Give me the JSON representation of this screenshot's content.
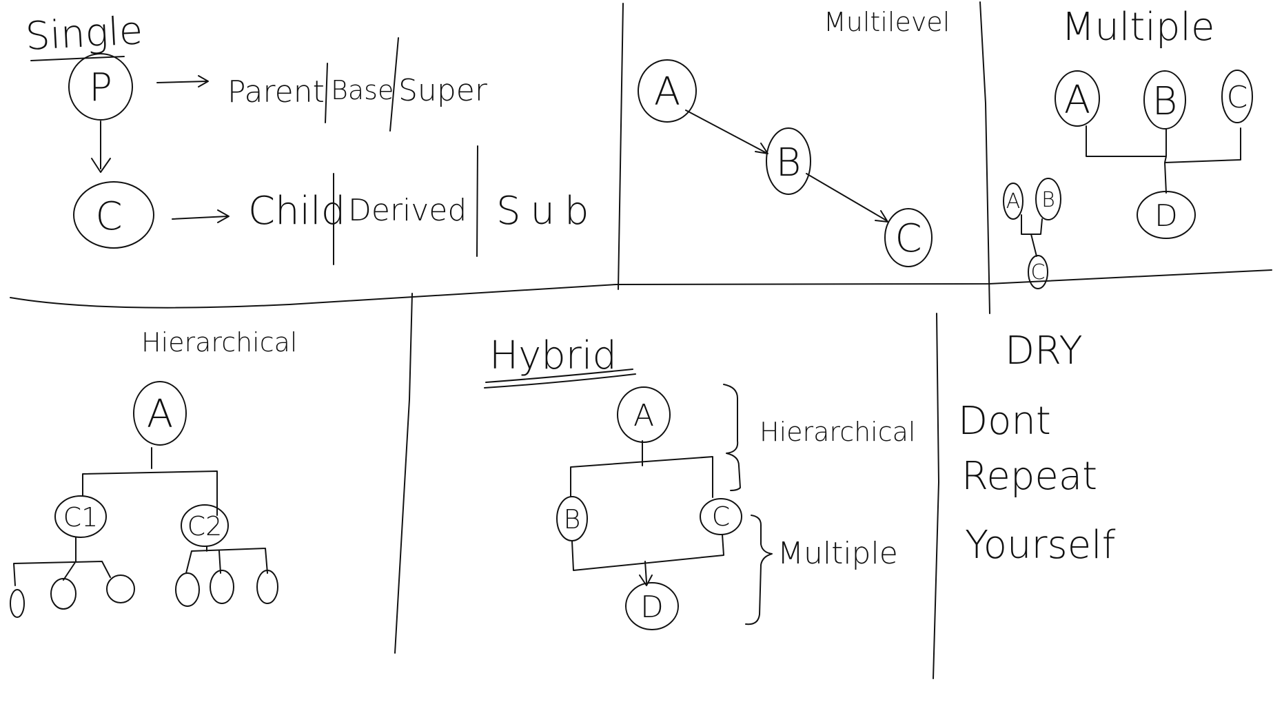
{
  "ink_color": "#111111",
  "background": "#ffffff",
  "sections": {
    "single": {
      "title": "Single",
      "nodes": [
        "P",
        "C"
      ],
      "parent_terms": [
        "Parent",
        "Base",
        "Super"
      ],
      "child_terms": [
        "Child",
        "Derived",
        "Sub"
      ]
    },
    "multilevel": {
      "title": "Multilevel",
      "nodes": [
        "A",
        "B",
        "C"
      ]
    },
    "multiple": {
      "title": "Multiple",
      "nodes": [
        "A",
        "B",
        "C",
        "D"
      ],
      "small_nodes": [
        "A",
        "B",
        "C"
      ]
    },
    "hierarchical": {
      "title": "Hierarchical",
      "root": "A",
      "children": [
        "C1",
        "C2"
      ]
    },
    "hybrid": {
      "title": "Hybrid",
      "nodes": [
        "A",
        "B",
        "C",
        "D"
      ],
      "brace_labels": [
        "Hierarchical",
        "Multiple"
      ]
    },
    "dry": {
      "title": "DRY",
      "lines": [
        "Dont",
        "Repeat",
        "Yourself"
      ]
    }
  }
}
